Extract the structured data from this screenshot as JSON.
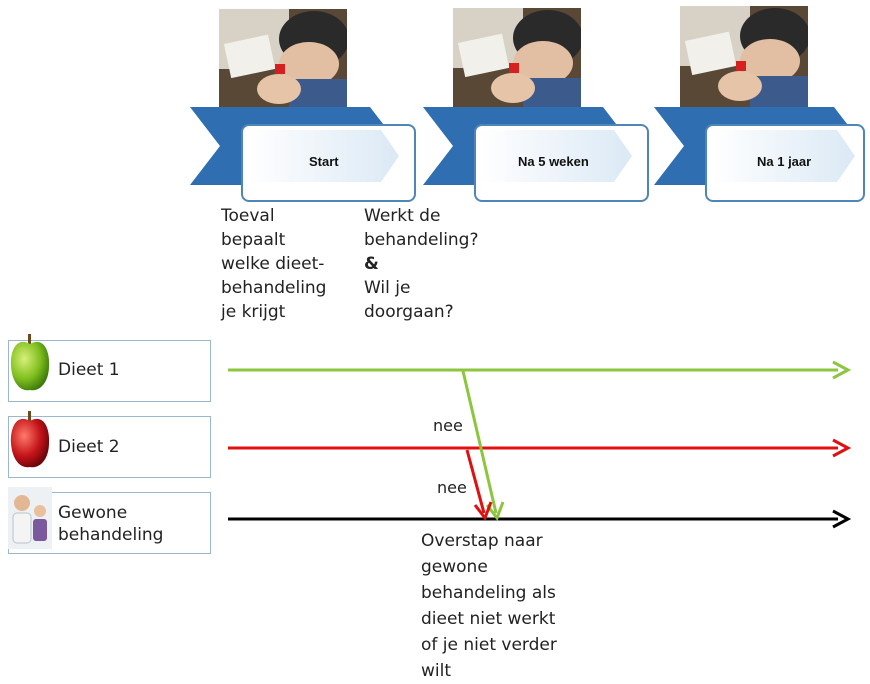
{
  "stages": [
    {
      "label": "Start"
    },
    {
      "label": "Na 5 weken"
    },
    {
      "label": "Na 1 jaar"
    }
  ],
  "notes": {
    "random_lines": [
      "Toeval",
      "bepaalt",
      "welke dieet-",
      "behandeling",
      "je krijgt"
    ],
    "question_lines": [
      "Werkt de",
      "behandeling?",
      "&",
      "Wil je",
      "doorgaan?"
    ],
    "switch_lines": [
      "Overstap naar",
      "gewone",
      "behandeling als",
      "dieet niet werkt",
      "of je niet verder",
      "wilt"
    ]
  },
  "rows": [
    {
      "label_lines": [
        "Dieet 1"
      ],
      "icon": "green-apple-icon",
      "color": "#8cc63f"
    },
    {
      "label_lines": [
        "Dieet 2"
      ],
      "icon": "red-apple-icon",
      "color": "#e01010"
    },
    {
      "label_lines": [
        "Gewone",
        "behandeling"
      ],
      "icon": "doctor-patient-icon",
      "color": "#000000"
    }
  ],
  "switch_labels": [
    "nee",
    "nee"
  ]
}
